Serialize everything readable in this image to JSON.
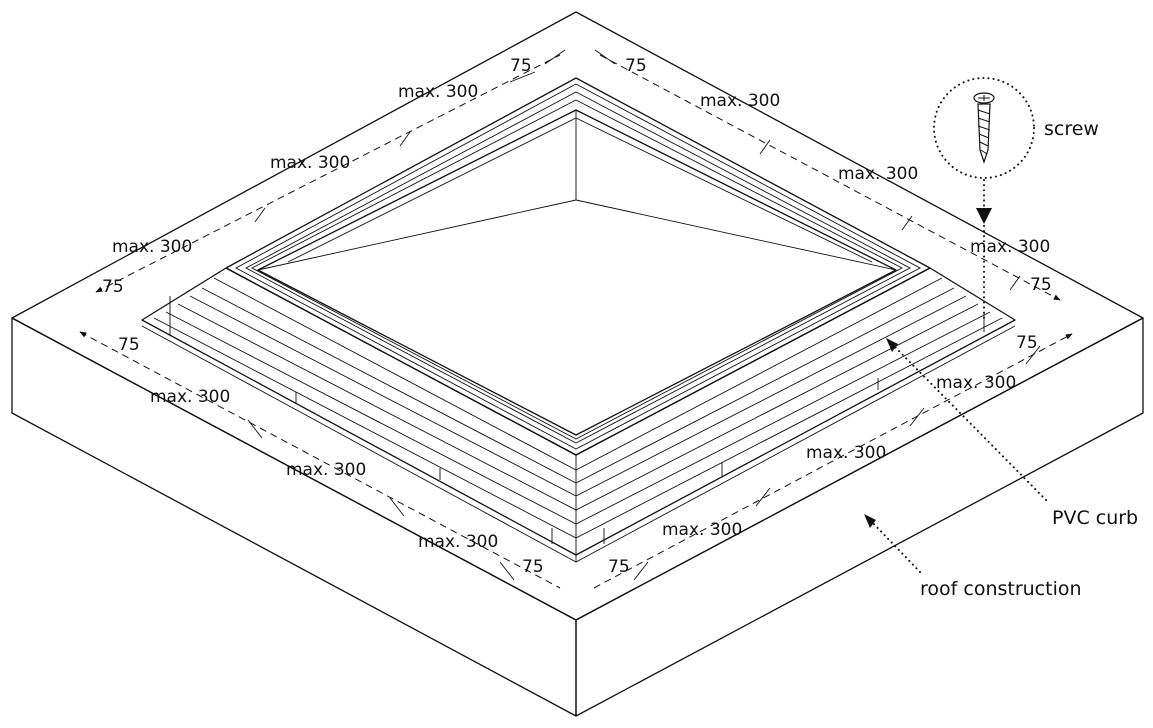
{
  "dimensions": {
    "edge_margin": "75",
    "spacing": "max. 300"
  },
  "labels": {
    "screw": "screw",
    "curb": "PVC curb",
    "roof": "roof construction"
  },
  "icons": {
    "screw": "screw-icon",
    "arrow": "arrowhead-icon"
  },
  "colors": {
    "line": "#111111",
    "face": "#ffffff"
  }
}
